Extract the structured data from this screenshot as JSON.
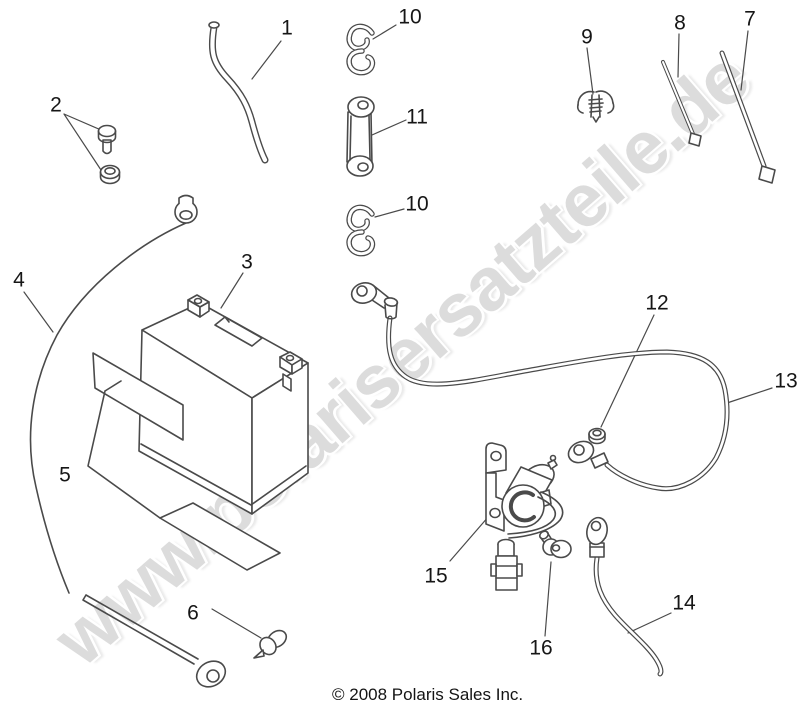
{
  "diagram": {
    "watermark": "www.polarisersatzteile.de",
    "copyright": "© 2008 Polaris Sales Inc.",
    "callouts": [
      {
        "number": "1",
        "part": "battery-vent-tube"
      },
      {
        "number": "2",
        "part": "terminal-bolt-and-nut"
      },
      {
        "number": "3",
        "part": "battery"
      },
      {
        "number": "4",
        "part": "battery-cable-front"
      },
      {
        "number": "5",
        "part": "battery-decal"
      },
      {
        "number": "6",
        "part": "battery-hold-down-strap"
      },
      {
        "number": "7",
        "part": "cable-tie-long"
      },
      {
        "number": "8",
        "part": "cable-tie-short"
      },
      {
        "number": "9",
        "part": "push-clip"
      },
      {
        "number": "10",
        "part": "cable-clip-upper"
      },
      {
        "number": "11",
        "part": "terminal-link"
      },
      {
        "number": "10",
        "part": "cable-clip-lower"
      },
      {
        "number": "12",
        "part": "nut"
      },
      {
        "number": "13",
        "part": "solenoid-battery-cable"
      },
      {
        "number": "14",
        "part": "ground-cable"
      },
      {
        "number": "15",
        "part": "solenoid"
      },
      {
        "number": "16",
        "part": "flange-bolt"
      }
    ]
  },
  "colors": {
    "background": "#ffffff",
    "line": "#4a4a4a",
    "label_text": "#161616",
    "watermark_gray": "#c8c8c8"
  }
}
